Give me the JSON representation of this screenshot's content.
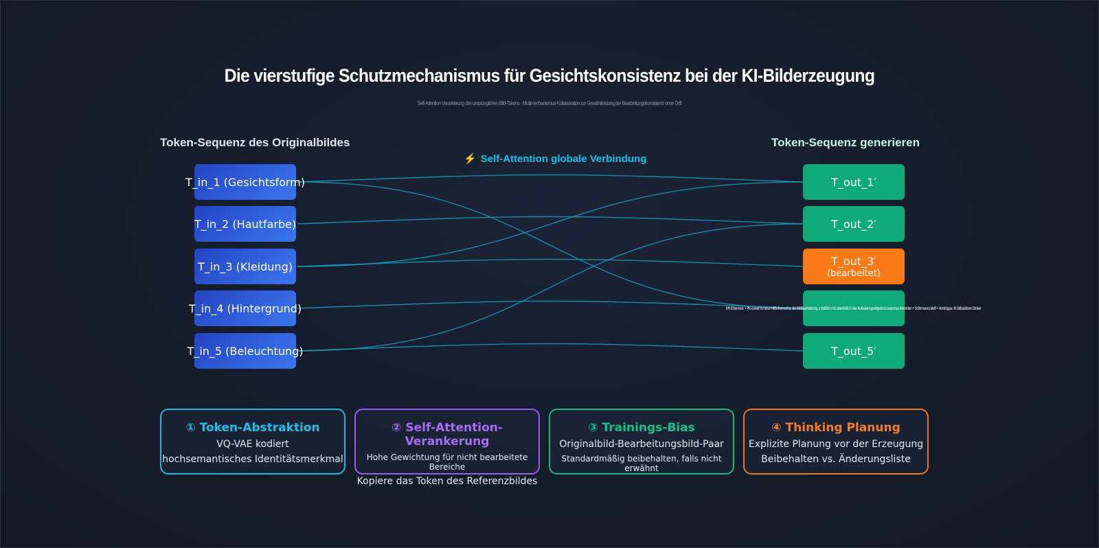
{
  "title": "Die vierstufige Schutzmechanismus für Gesichtskonsistenz bei der KI-Bilderzeugung",
  "subtitle": "Self-Attention Verankerung des ursprünglichen Bild-Tokens · Multimechanismus-Kollaboration zur Gewährleistung der Bearbeitungskonsistenz ohne Drift",
  "left_header": "Token-Sequenz des Originalbildes",
  "right_header": "Token-Sequenz generieren",
  "attention_label": "Self-Attention globale Verbindung",
  "input_tokens": [
    "T_in_1 (Gesichtsform)",
    "T_in_2 (Hautfarbe)",
    "T_in_3 (Kleidung)",
    "T_in_4 (Hintergrund)",
    "T_in_5 (Beleuchtung)"
  ],
  "output_tokens": [
    {
      "label": "T_out_1′",
      "sub": ""
    },
    {
      "label": "T_out_2′",
      "sub": ""
    },
    {
      "label": "T_out_3′",
      "sub": "(bearbeitet)"
    },
    {
      "label": "KPI Erkennen: • Pro-Level: Is rubur Hitbuhenverbs; die Bildbearbeitung, inhaltlich mit, ebenfalls in der Auflosiensgestlgetens Lessonsa lebenden • Schimosoccalefl • Vorstoppe: KI-Stilzubitzen Dinker",
      "sub": ""
    },
    {
      "label": "T_out_5′",
      "sub": ""
    }
  ],
  "connections": [
    [
      1,
      1
    ],
    [
      1,
      4
    ],
    [
      2,
      2
    ],
    [
      3,
      1
    ],
    [
      3,
      3
    ],
    [
      4,
      4
    ],
    [
      5,
      2
    ],
    [
      5,
      5
    ]
  ],
  "colors": {
    "input_token": "#2f5fe0",
    "output_token": "#10a97a",
    "edited_token": "#f97a16",
    "connection": "#1a9bbf"
  },
  "cards": [
    {
      "title": "① Token-Abstraktion",
      "line1": "VQ-VAE kodiert",
      "line2": "hochsemantisches Identitätsmerkmal"
    },
    {
      "title": "② Self-Attention-Verankerung",
      "line1": "Hohe Gewichtung für nicht bearbeitete Bereiche",
      "line2": "Kopiere das Token des Referenzbildes"
    },
    {
      "title": "③ Trainings-Bias",
      "line1": "Originalbild-Bearbeitungsbild-Paar",
      "line2": "Standardmäßig beibehalten, falls nicht erwähnt"
    },
    {
      "title": "④ Thinking Planung",
      "line1": "Explizite Planung vor der Erzeugung",
      "line2": "Beibehalten vs. Änderungsliste"
    }
  ]
}
